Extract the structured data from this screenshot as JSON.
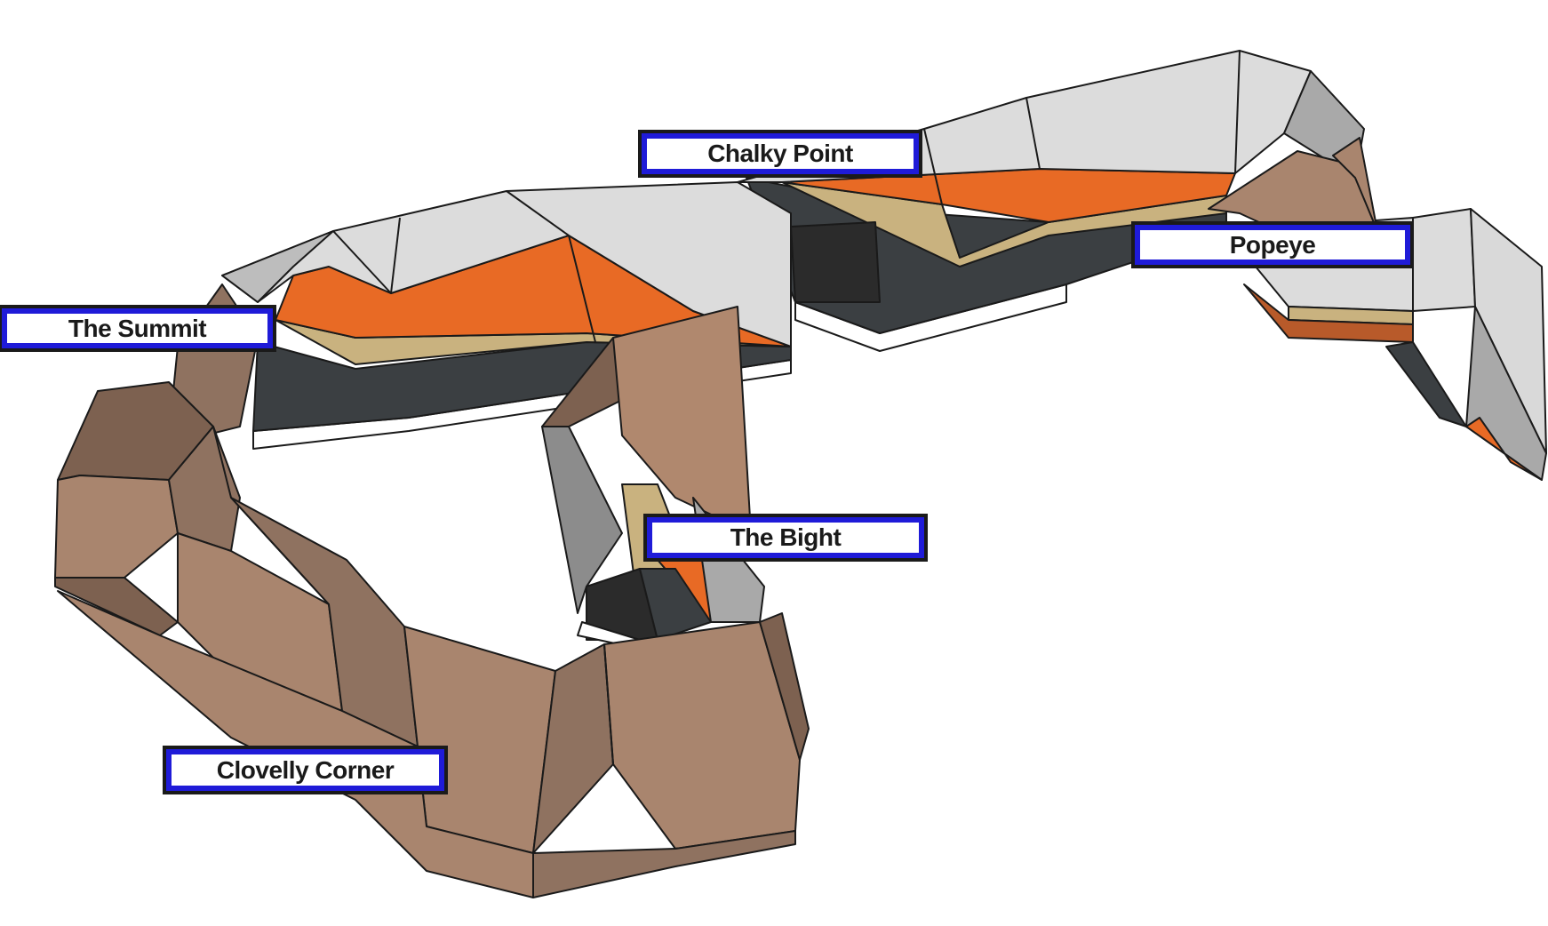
{
  "labels": {
    "chalky_point": "Chalky Point",
    "popeye": "Popeye",
    "the_summit": "The Summit",
    "the_bight": "The Bight",
    "clovelly_corner": "Clovelly Corner"
  },
  "colors": {
    "label_border": "#1f1bd8",
    "rock_light_gray": "#dcdcdc",
    "rock_orange": "#e86a25",
    "rock_tan": "#c9b27f",
    "rock_dark": "#3b3f42",
    "rock_brown": "#a9856e",
    "rock_brown_dark": "#7d6150",
    "outline": "#1a1a1a"
  }
}
